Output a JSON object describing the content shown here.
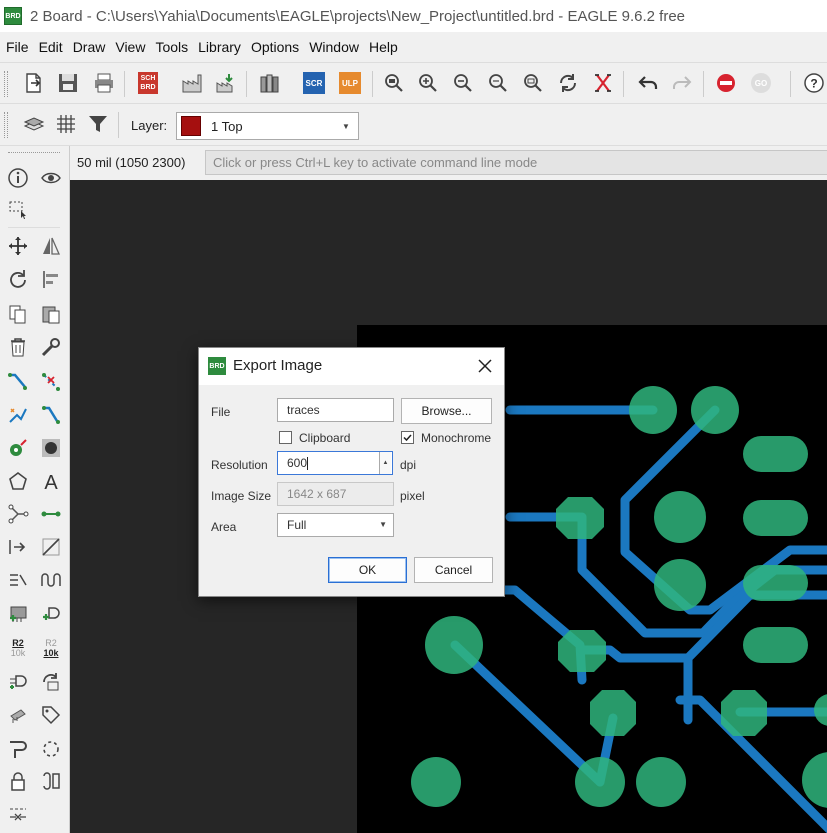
{
  "window": {
    "app_icon_text": "BRD",
    "title": "2 Board - C:\\Users\\Yahia\\Documents\\EAGLE\\projects\\New_Project\\untitled.brd - EAGLE 9.6.2 free"
  },
  "menu": [
    "File",
    "Edit",
    "Draw",
    "View",
    "Tools",
    "Library",
    "Options",
    "Window",
    "Help"
  ],
  "toolbar": {
    "sch_label": "SCH\nBRD",
    "scr_label": "SCR",
    "ulp_label": "ULP",
    "go_label": "GO"
  },
  "layer_bar": {
    "label": "Layer:",
    "selected_layer": "1 Top",
    "layer_color": "#a50f0f"
  },
  "command_bar": {
    "coordinates": "50 mil (1050 2300)",
    "placeholder": "Click or press Ctrl+L key to activate command line mode"
  },
  "left_tools": {
    "r2_label": "R2",
    "tenk_label": "10k"
  },
  "dialog": {
    "icon_text": "BRD",
    "title": "Export Image",
    "file_label": "File",
    "file_value": "traces",
    "browse_label": "Browse...",
    "clipboard_label": "Clipboard",
    "clipboard_checked": false,
    "monochrome_label": "Monochrome",
    "monochrome_checked": true,
    "resolution_label": "Resolution",
    "resolution_value": "600",
    "resolution_unit": "dpi",
    "image_size_label": "Image Size",
    "image_size_value": "1642 x 687",
    "image_size_unit": "pixel",
    "area_label": "Area",
    "area_value": "Full",
    "ok_label": "OK",
    "cancel_label": "Cancel"
  },
  "colors": {
    "board_bg": "#000000",
    "canvas_bg": "#262626",
    "trace": "#1b78c0",
    "pad": "#2fb57c",
    "stop_red": "#d7232f"
  }
}
